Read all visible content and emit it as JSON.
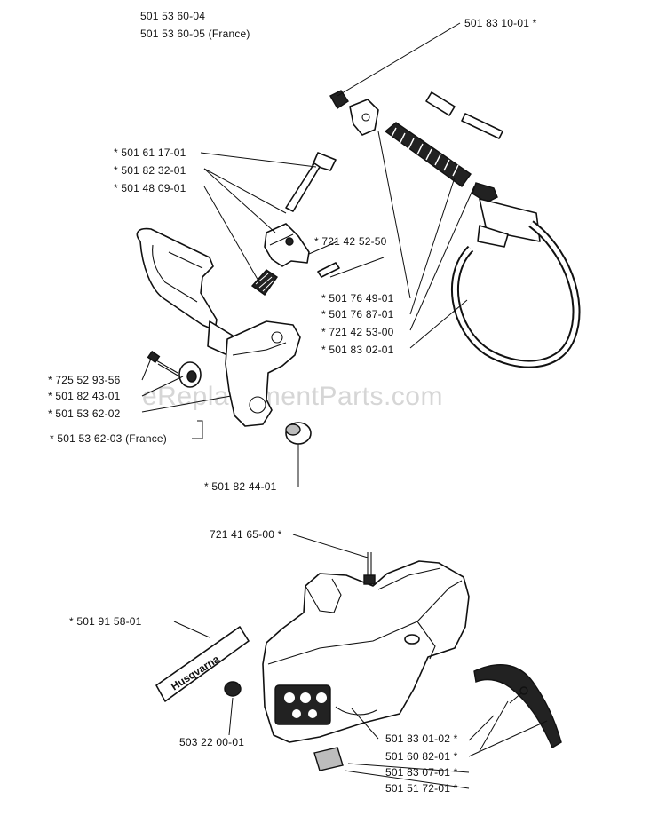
{
  "watermark": "eReplacementParts.com",
  "brand_label": "Husqvarna",
  "labels": {
    "hdr_1": "501 53 60-04",
    "hdr_2": "501 53 60-05 (France)",
    "p_501831001": "501 83 10-01  *",
    "p_501611701": "* 501 61 17-01",
    "p_501823201": "* 501 82 32-01",
    "p_501480901": "* 501 48 09-01",
    "p_721425250": "* 721 42 52-50",
    "p_501764901": "* 501 76 49-01",
    "p_501768701": "* 501 76 87-01",
    "p_721425300": "* 721 42 53-00",
    "p_501830201": "* 501 83 02-01",
    "p_725529356": "* 725 52 93-56",
    "p_501824301": "* 501 82 43-01",
    "p_501536202": "* 501 53 62-02",
    "p_501536203": "* 501 53 62-03 (France)",
    "p_501824401": "* 501 82 44-01",
    "p_721416500": "721 41 65-00  *",
    "p_501915801": "* 501 91 58-01",
    "p_503220001": "503 22 00-01",
    "p_501830102": "501 83 01-02  *",
    "p_501608201": "501 60 82-01  *",
    "p_501830701": "501 83 07-01  *",
    "p_501517201": "501 51 72-01  *"
  }
}
